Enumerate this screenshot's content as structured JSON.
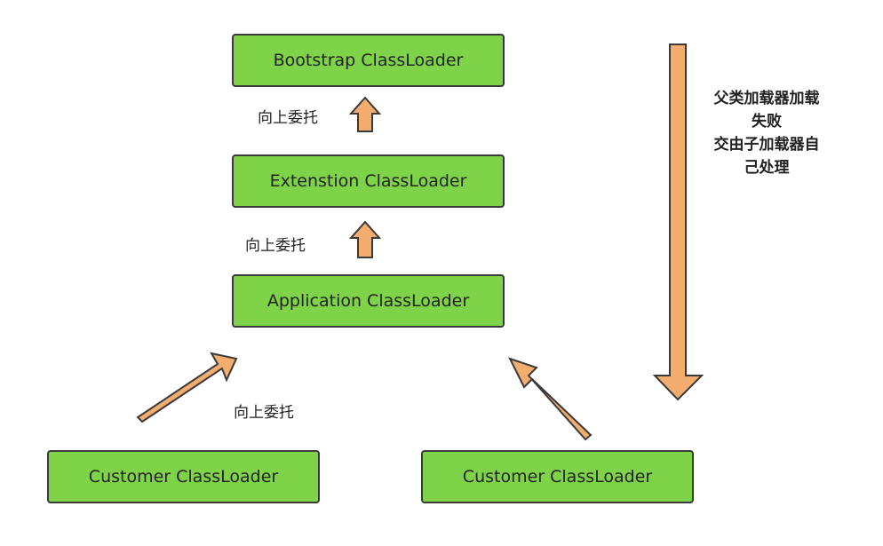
{
  "diagram": {
    "boxes": {
      "bootstrap": "Bootstrap ClassLoader",
      "extension": "Extenstion ClassLoader",
      "application": "Application ClassLoader",
      "customer_left": "Customer ClassLoader",
      "customer_right": "Customer ClassLoader"
    },
    "labels": {
      "delegate_1": "向上委托",
      "delegate_2": "向上委托",
      "delegate_3": "向上委托"
    },
    "note": {
      "line1": "父类加载器加载",
      "line2": "失败",
      "line3": "交由子加载器自",
      "line4": "己处理"
    }
  },
  "colors": {
    "box_fill": "#7ed348",
    "arrow_fill": "#f3ad6e",
    "stroke": "#3a3a3a"
  }
}
